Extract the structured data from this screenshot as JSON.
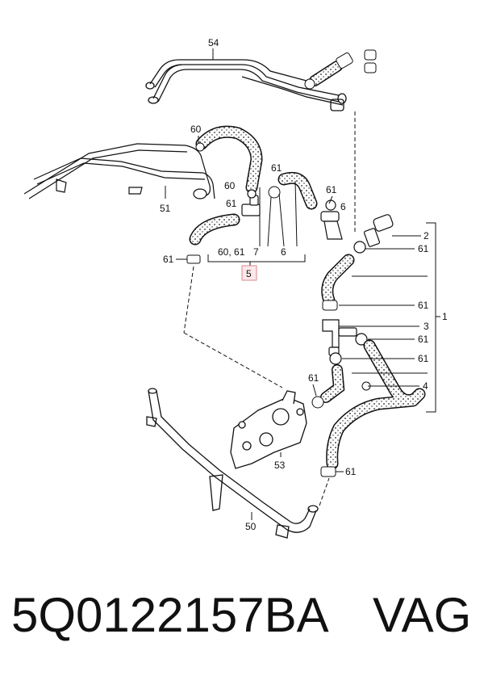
{
  "diagram": {
    "callouts": {
      "c54": "54",
      "c60a": "60",
      "c60b": "60",
      "c61a": "61",
      "c61b": "61",
      "c61c": "61",
      "c6": "6",
      "c51": "51",
      "c60_61": "60, 61",
      "c7": "7",
      "c6b": "6",
      "c5": "5",
      "c61d": "61",
      "c2": "2",
      "c61e": "61",
      "c61f": "61",
      "c3": "3",
      "c61g": "61",
      "c61h": "61",
      "c1": "1",
      "c61i": "61",
      "c4": "4",
      "c53": "53",
      "c61j": "61",
      "c50": "50"
    }
  },
  "footer": {
    "part_number": "5Q0122157BA",
    "brand": "VAG"
  }
}
